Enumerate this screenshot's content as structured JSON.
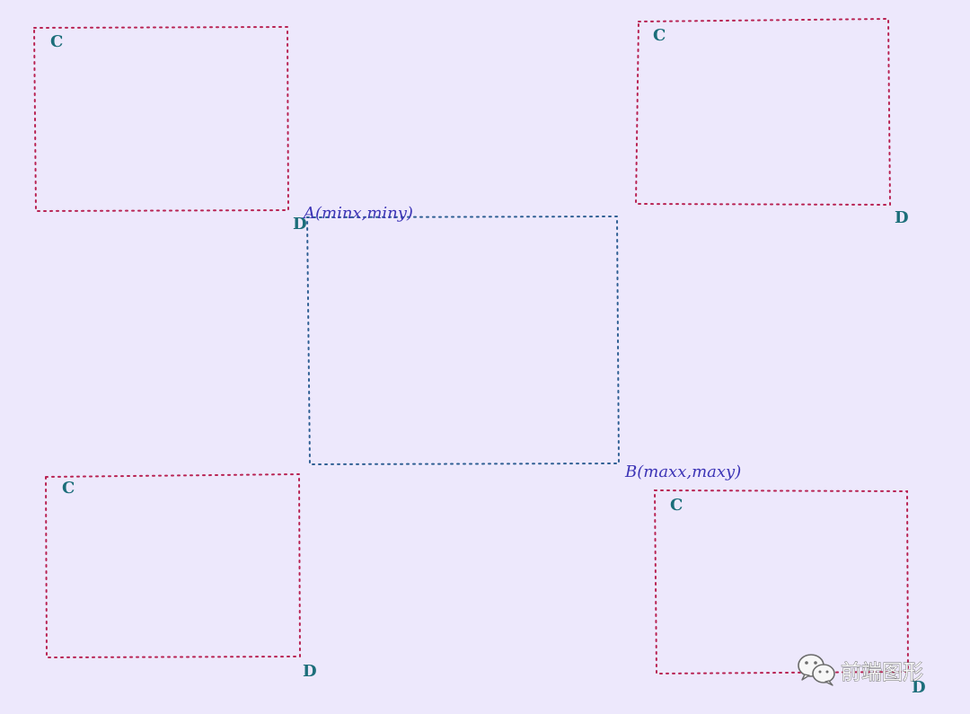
{
  "diagram": {
    "center_box": {
      "label_a": "A(minx,miny)",
      "label_b": "B(maxx,maxy)"
    },
    "corner_boxes": [
      {
        "position": "top-left",
        "label_c": "C",
        "label_d": "D"
      },
      {
        "position": "top-right",
        "label_c": "C",
        "label_d": "D"
      },
      {
        "position": "bottom-left",
        "label_c": "C",
        "label_d": "D"
      },
      {
        "position": "bottom-right",
        "label_c": "C",
        "label_d": "D"
      }
    ]
  },
  "watermark": {
    "text": "前端图形",
    "icon": "wechat-icon"
  },
  "colors": {
    "background": "#ede8fc",
    "box_red": "#b82252",
    "box_blue": "#2f5f93",
    "corner_label": "#1c6e7a",
    "point_label": "#3c34b6"
  }
}
